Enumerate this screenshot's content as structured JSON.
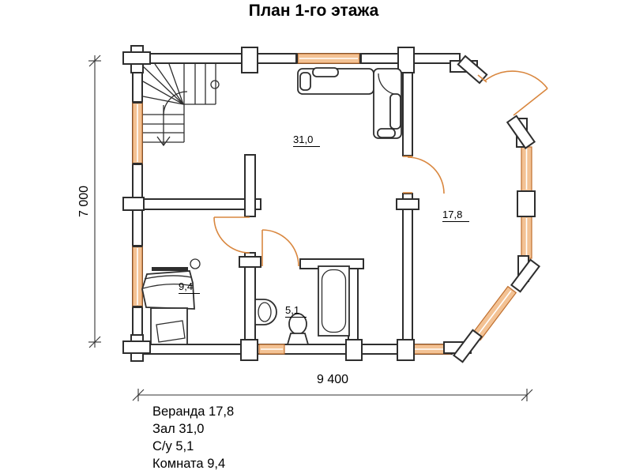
{
  "title": "План 1-го этажа",
  "dimensions": {
    "height": "7 000",
    "width": "9 400"
  },
  "room_labels": {
    "hall": "31,0",
    "veranda": "17,8",
    "bathroom": "5,1",
    "room": "9,4"
  },
  "legend": {
    "items": [
      "Веранда 17,8",
      "Зал 31,0",
      "С/у 5,1",
      "Комната 9,4"
    ]
  },
  "colors": {
    "wall": "#2e2e2e",
    "window_fill": "#f3c294",
    "window_stroke": "#c06f2e",
    "door": "#d9873f",
    "dim": "#333333",
    "text": "#000000"
  }
}
